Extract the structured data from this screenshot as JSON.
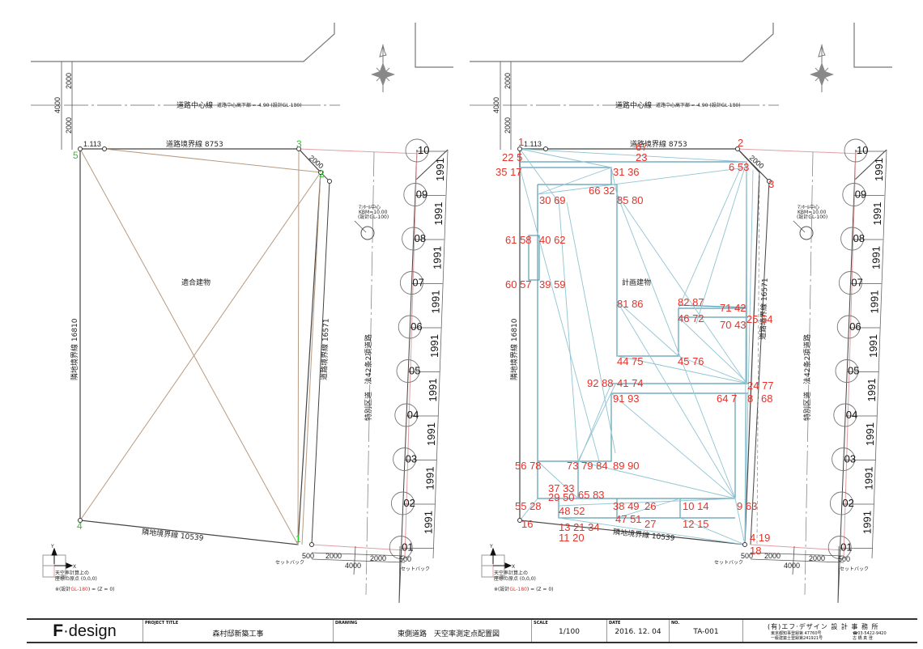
{
  "drawing_left": {
    "road_center_label": "道路中心線",
    "road_center_note": "道路中心高下部 =-4.90 (設計GL-180)",
    "dim_vertical": [
      "2000",
      "4000",
      "2000"
    ],
    "corner_offset": "1.113",
    "top_boundary": "道路境界線 8753",
    "left_boundary": "隣地境界線 16810",
    "right_boundary": "道路境界線 16571",
    "bottom_boundary": "隣地境界線 10539",
    "chamfer": "2000",
    "building_label": "適合建物",
    "corner_numbers": [
      "1",
      "2",
      "3",
      "4",
      "5"
    ],
    "road_label": "特別区道　法42条2項道路",
    "manhole_note": [
      "ﾏﾝﾎｰﾙ中心",
      "KBM=10.00",
      "(設計GL-100)"
    ],
    "setback_dims": [
      "500",
      "2000",
      "2000",
      "500",
      "4000"
    ],
    "setback_label": "セットバック",
    "stations": [
      "10",
      "09",
      "08",
      "07",
      "06",
      "05",
      "04",
      "03",
      "02",
      "01"
    ],
    "station_spacing": "1991",
    "origin_axis": {
      "x": "X",
      "y": "Y"
    },
    "origin_note": [
      "天空率計算上の",
      "座標の原点 (0,0,0)"
    ],
    "gl_note_prefix": "※(設計",
    "gl_note_red": "GL-180",
    "gl_note_suffix": ") = (Z = 0)"
  },
  "drawing_right": {
    "road_center_label": "道路中心線",
    "road_center_note": "道路中心高下部 =-4.90 (設計GL-180)",
    "corner_offset": "1.113",
    "top_boundary": "道路境界線 8753",
    "left_boundary": "隣地境界線 16810",
    "right_boundary": "道路境界線 16571",
    "bottom_boundary": "隣地境界線 10539",
    "chamfer": "2000",
    "building_label": "計画建物",
    "road_label": "特別区道　法42条2項道路",
    "manhole_note": [
      "ﾏﾝﾎｰﾙ中心",
      "KBM=10.00",
      "(設計GL-100)"
    ],
    "setback_dims": [
      "500",
      "2000",
      "2000",
      "500",
      "4000"
    ],
    "setback_label": "セットバック",
    "stations": [
      "10",
      "09",
      "08",
      "07",
      "06",
      "05",
      "04",
      "03",
      "02",
      "01"
    ],
    "station_spacing": "1991",
    "origin_axis": {
      "x": "X",
      "y": "Y"
    },
    "origin_note": [
      "天空率計算上の",
      "座標の原点 (0,0,0)"
    ],
    "gl_note_prefix": "※(設計",
    "gl_note_red": "GL-180",
    "gl_note_suffix": ") = (Z = 0)",
    "point_labels": [
      "1",
      "67",
      "2",
      "22 5",
      "23",
      "6 53",
      "3",
      "35 17",
      "31 36",
      "66 32",
      "30 69",
      "85 80",
      "61 58",
      "40 62",
      "60 57",
      "39 59",
      "81 86",
      "82 87",
      "71 42",
      "46 72",
      "70 43",
      "25 54",
      "44 75",
      "45 76",
      "92 88",
      "41 74",
      "24 77",
      "91 93",
      "64 7",
      "8",
      "68",
      "56 78",
      "73 79 84",
      "89 90",
      "37 33",
      "29 50",
      "65 83",
      "55 28",
      "48 52",
      "38 49",
      "26",
      "10 14",
      "9 63",
      "16",
      "47 51",
      "27",
      "12 15",
      "13 21 34",
      "11 20",
      "4 19",
      "18"
    ]
  },
  "title_block": {
    "logo": "F",
    "logo_suffix": "·design",
    "project_title_caption": "PROJECT TITLE",
    "project_title": "森村邸新築工事",
    "drawing_caption": "DRAWING",
    "drawing": "東側道路　天空率測定点配置図",
    "scale_caption": "SCALE",
    "scale": "1/100",
    "date_caption": "DATE",
    "date": "2016. 12. 04",
    "no_caption": "NO.",
    "no": "TA-001",
    "firm": "(有)エフ·デザイン 設 計 事 務 所",
    "firm_reg1": "東京都知事登録第 47760号",
    "firm_reg2": "一級建築士登録第241921号",
    "firm_tel": "☎03-5422-9420",
    "firm_person": "古 橋 真 澄"
  },
  "colors": {
    "red_label": "#e8312a",
    "green_label": "#22cc22",
    "teal_line": "#6aaec0",
    "brown_line": "#b89a80",
    "pink_line": "#e0a0a0"
  }
}
